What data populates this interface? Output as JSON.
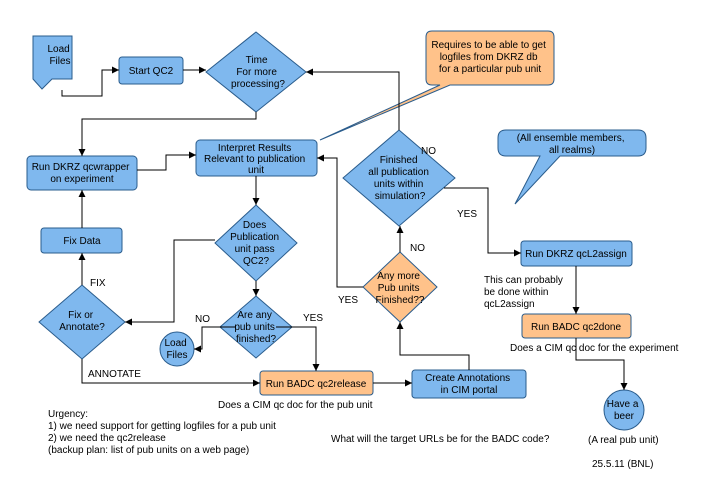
{
  "nodes": {
    "load_files_top": [
      "Load",
      "Files"
    ],
    "start_qc2": [
      "Start QC2"
    ],
    "time_decision": [
      "Time",
      "For more",
      "processing?"
    ],
    "requires_callout": [
      "Requires to be able to get",
      "logfiles from DKRZ db",
      "for a particular pub unit"
    ],
    "run_dkrz_qcwrapper": [
      "Run DKRZ qcwrapper",
      "on experiment"
    ],
    "interpret_results": [
      "Interpret Results",
      "Relevant to publication",
      "unit"
    ],
    "finished_all_decision": [
      "Finished",
      "all publication",
      "units within",
      "simulation?"
    ],
    "ensemble_callout": [
      "(All ensemble members,",
      "all realms)"
    ],
    "fix_data": [
      "Fix Data"
    ],
    "does_unit_pass_decision": [
      "Does",
      "Publication",
      "unit  pass",
      "QC2?"
    ],
    "run_dkrz_qcl2assign": [
      "Run DKRZ qcL2assign"
    ],
    "any_more_decision": [
      "Any more",
      "Pub units",
      "Finished??"
    ],
    "fix_or_annotate_decision": [
      "Fix or",
      "Annotate?"
    ],
    "any_pub_units_decision": [
      "Are any",
      "pub units",
      "finished?"
    ],
    "run_badc_qc2done": [
      "Run BADC qc2done"
    ],
    "load_files_bottom": [
      "Load",
      "Files"
    ],
    "run_badc_qc2release": [
      "Run BADC qc2release"
    ],
    "create_annotations": [
      "Create Annotations",
      "in CIM portal"
    ],
    "have_a_beer": [
      "Have a",
      "beer"
    ]
  },
  "edge_labels": {
    "no_finished": "NO",
    "yes_finished": "YES",
    "no_any_more": "NO",
    "yes_any_more": "YES",
    "fix": "FIX",
    "annotate": "ANNOTATE",
    "no_any_pub": "NO",
    "yes_any_pub": "YES"
  },
  "annotations": {
    "qcl2assign_note": [
      "This can probably",
      "be done within",
      "qcL2assign"
    ],
    "cim_doc_experiment": "Does a CIM qc doc for the experiment",
    "cim_doc_pub_unit": "Does a CIM qc doc for the pub unit",
    "urgency": [
      "Urgency:",
      "1) we need support for getting logfiles for a pub unit",
      "2) we need the qc2release",
      "(backup plan: list of pub units on a web page)"
    ],
    "target_urls_question": "What will the target URLs be for the BADC code?",
    "real_pub_unit": "(A real pub unit)",
    "date_stamp": "25.5.11 (BNL)"
  },
  "colors": {
    "process_fill": "#7FB8EE",
    "highlight_fill": "#FFC28A",
    "border": "#2A5C8C"
  }
}
